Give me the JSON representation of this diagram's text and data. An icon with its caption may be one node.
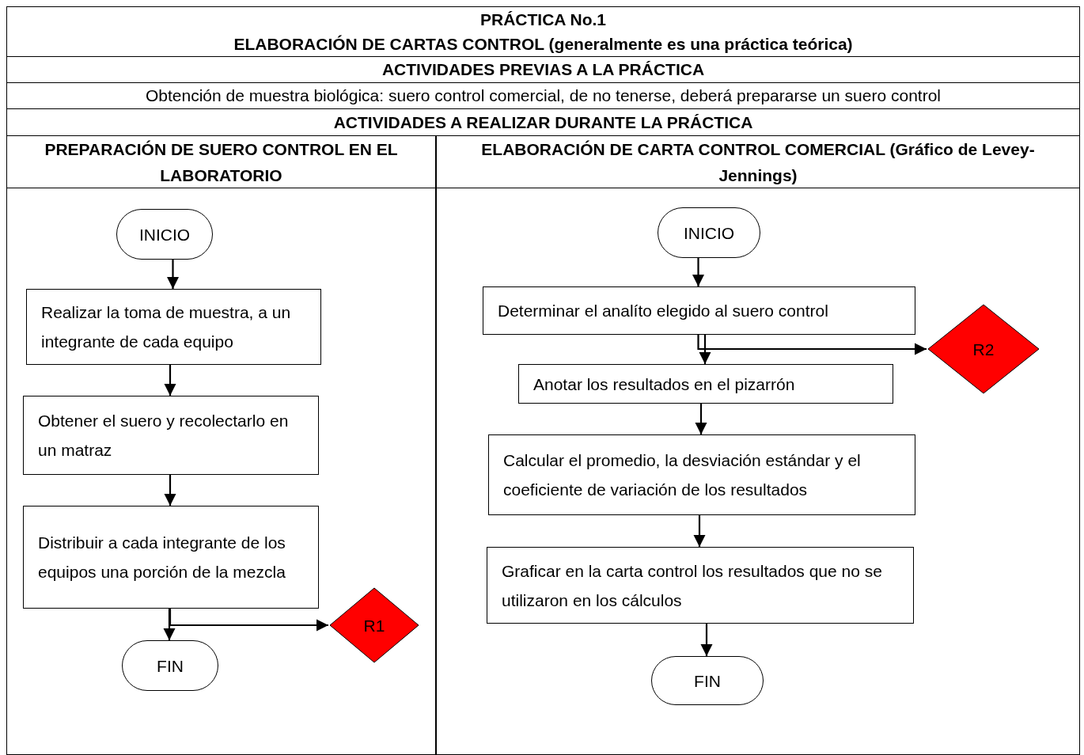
{
  "diagram": {
    "title": "PRÁCTICA No.1",
    "nodes": [
      {
        "text": [
          "PREPARACIÓN DE SUERO CONTROL EN EL LABORATORIO"
        ]
      },
      {
        "text": [
          "INICIO"
        ],
        "in": 0
      },
      {
        "text": [
          "Realizar la toma de muestra, a un integrante de cada equipo"
        ],
        "in": 0
      },
      {
        "text": [
          "Obtener el suero y recolectarlo en un matraz"
        ],
        "in": 0
      },
      {
        "text": [
          "Distribuir a cada integrante de los equipos una porción de la mezcla"
        ],
        "in": 0
      },
      {
        "text": [
          "R1"
        ],
        "in": 0
      },
      {
        "text": [
          "FIN"
        ],
        "in": 0
      },
      {
        "text": [
          "ELABORACIÓN DE CARTA CONTROL COMERCIAL (Gráfico de Levey-Jennings)"
        ]
      },
      {
        "text": [
          "INICIO"
        ],
        "in": 7
      },
      {
        "text": [
          "Determinar el analíto elegido al suero control"
        ],
        "in": 7
      },
      {
        "text": [
          "R2"
        ],
        "in": 7
      },
      {
        "text": [
          "Anotar los resultados en el pizarrón"
        ],
        "in": 7
      },
      {
        "text": [
          "Calcular el promedio, la desviación estándar y el coeficiente de variación de los resultados"
        ],
        "in": 7
      },
      {
        "text": [
          "Graficar en la carta control los resultados que no se utilizaron en los cálculos"
        ],
        "in": 7
      },
      {
        "text": [
          "FIN"
        ],
        "in": 7
      }
    ],
    "edges": [
      {
        "from": 1,
        "to": 2,
        "arrow": "to"
      },
      {
        "from": 2,
        "to": 3,
        "arrow": "to"
      },
      {
        "from": 3,
        "to": 4,
        "arrow": "to"
      },
      {
        "from": 4,
        "to": 6,
        "arrow": "to"
      },
      {
        "from": 4,
        "to": 5,
        "arrow": "to"
      },
      {
        "from": 8,
        "to": 9,
        "arrow": "to"
      },
      {
        "from": 9,
        "to": 11,
        "arrow": "to"
      },
      {
        "from": 9,
        "to": 10,
        "arrow": "to"
      },
      {
        "from": 11,
        "to": 12,
        "arrow": "to"
      },
      {
        "from": 12,
        "to": 13,
        "arrow": "to"
      },
      {
        "from": 13,
        "to": 14,
        "arrow": "to"
      }
    ],
    "labels": [
      "ELABORACIÓN DE CARTAS CONTROL (generalmente es una práctica teórica)",
      "ACTIVIDADES PREVIAS A LA PRÁCTICA",
      "Obtención de muestra biológica: suero control comercial, de no tenerse, deberá prepararse un suero control",
      "ACTIVIDADES A REALIZAR DURANTE LA PRÁCTICA"
    ]
  }
}
